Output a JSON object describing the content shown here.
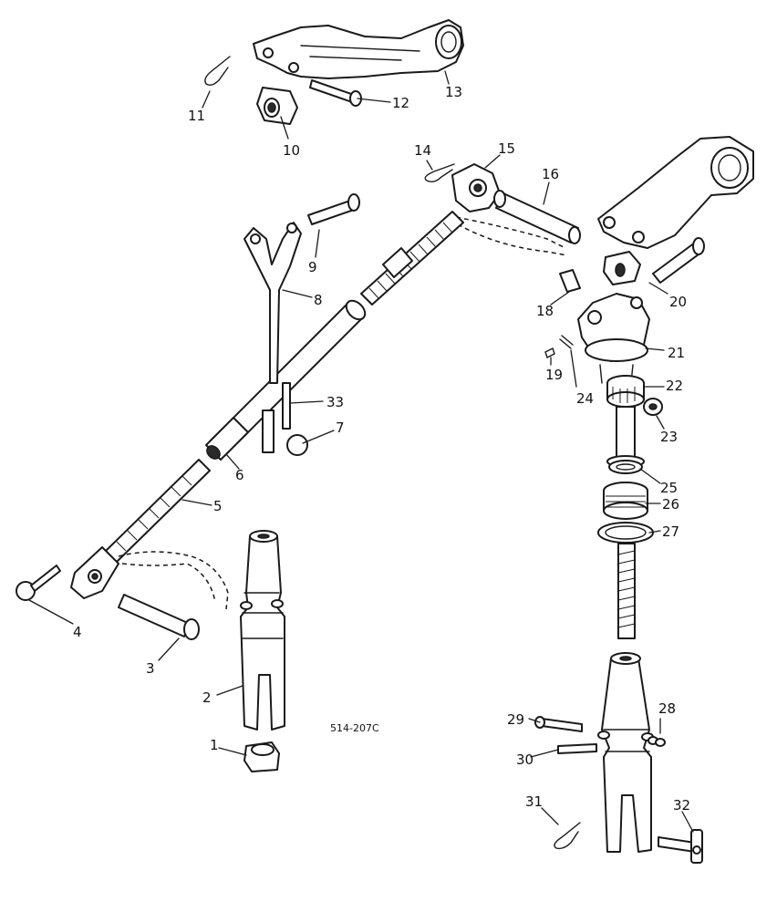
{
  "drawing_ref": "514-207C",
  "callouts": [
    "1",
    "2",
    "3",
    "4",
    "5",
    "6",
    "7",
    "8",
    "9",
    "10",
    "11",
    "12",
    "13",
    "14",
    "15",
    "16",
    "18",
    "19",
    "20",
    "21",
    "22",
    "23",
    "24",
    "25",
    "26",
    "27",
    "28",
    "29",
    "30",
    "31",
    "32",
    "33"
  ]
}
